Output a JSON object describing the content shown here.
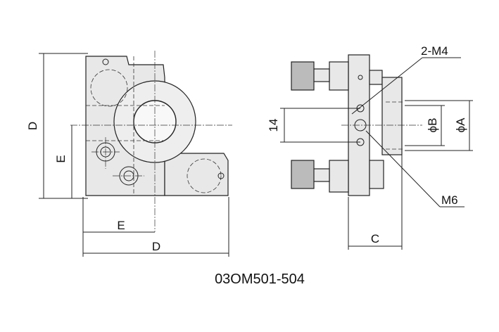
{
  "front_view": {
    "dim_height": "D",
    "dim_center_height": "E",
    "dim_center_width": "E",
    "dim_width": "D"
  },
  "side_view": {
    "tap_label": "2-M4",
    "center_tap_label": "M6",
    "spacing_label": "14",
    "aperture_b": "ϕB",
    "aperture_a": "ϕA",
    "depth_label": "C"
  },
  "caption": "03OM501-504"
}
